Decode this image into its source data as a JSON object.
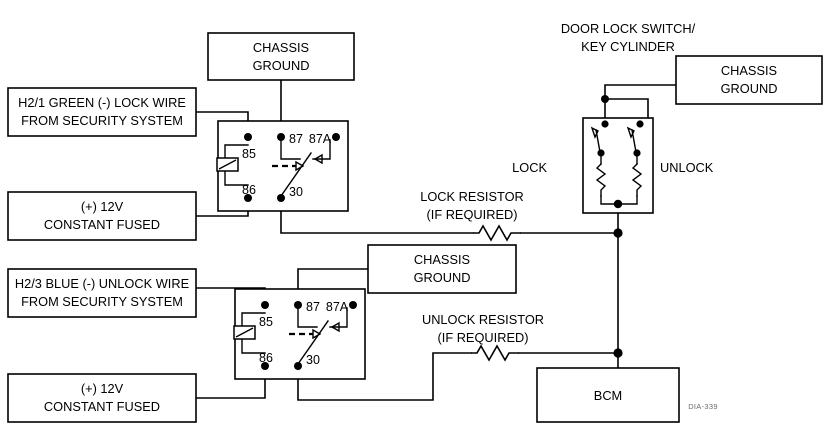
{
  "diagram": {
    "title_blocks": {
      "door_lock_switch": {
        "line1": "DOOR LOCK SWITCH/",
        "line2": "KEY CYLINDER"
      }
    },
    "boxes": [
      {
        "id": "chassis-ground-top-left",
        "line1": "CHASSIS",
        "line2": "GROUND"
      },
      {
        "id": "lock-wire-input",
        "line1": "H2/1 GREEN (-) LOCK WIRE",
        "line2": "FROM SECURITY SYSTEM"
      },
      {
        "id": "power-constant-fused-top",
        "line1": "(+) 12V",
        "line2": "CONSTANT FUSED"
      },
      {
        "id": "unlock-wire-input",
        "line1": "H2/3 BLUE (-) UNLOCK WIRE",
        "line2": "FROM SECURITY SYSTEM"
      },
      {
        "id": "power-constant-fused-bottom",
        "line1": "(+) 12V",
        "line2": "CONSTANT FUSED"
      },
      {
        "id": "chassis-ground-middle",
        "line1": "CHASSIS",
        "line2": "GROUND"
      },
      {
        "id": "chassis-ground-top-right",
        "line1": "CHASSIS",
        "line2": "GROUND"
      },
      {
        "id": "bcm",
        "line1": "BCM",
        "line2": ""
      }
    ],
    "relay_top": {
      "pin_85": "85",
      "pin_86": "86",
      "pin_87": "87",
      "pin_87a": "87A",
      "pin_30": "30"
    },
    "relay_bottom": {
      "pin_85": "85",
      "pin_86": "86",
      "pin_87": "87",
      "pin_87a": "87A",
      "pin_30": "30"
    },
    "switch": {
      "label_left": "LOCK",
      "label_right": "UNLOCK"
    },
    "resistors": {
      "lock": {
        "line1": "LOCK RESISTOR",
        "line2": "(IF REQUIRED)"
      },
      "unlock": {
        "line1": "UNLOCK RESISTOR",
        "line2": "(IF REQUIRED)"
      }
    },
    "watermark": "DIA-339",
    "colors": {
      "line": "#000000",
      "background": "#ffffff",
      "text": "#000000",
      "watermark": "#6a6a6a"
    }
  }
}
